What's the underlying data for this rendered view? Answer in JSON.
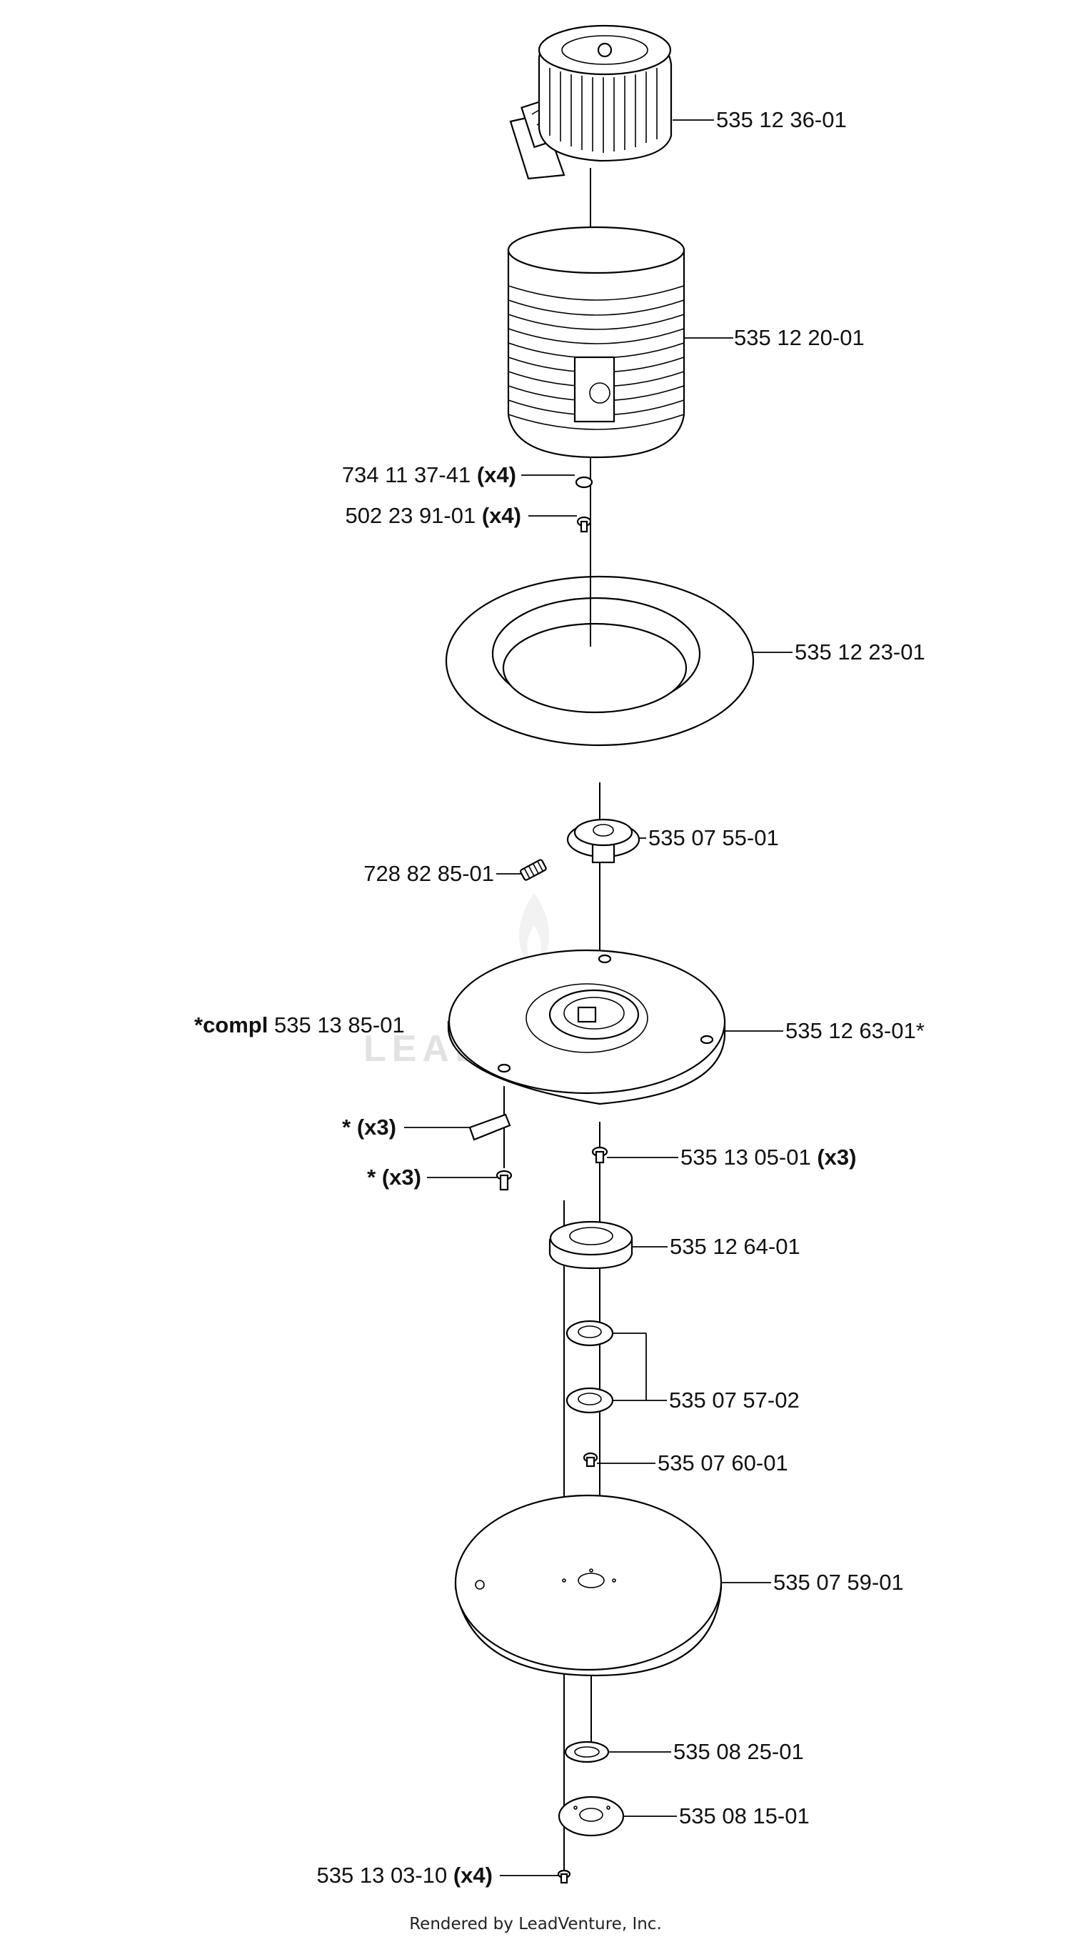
{
  "labels": {
    "p1": "535 12 36-01",
    "p2": "535 12 20-01",
    "p3_num": "734 11 37-41",
    "p3_qty": "(x4)",
    "p4_num": "502 23 91-01",
    "p4_qty": "(x4)",
    "p5": "535 12 23-01",
    "p6": "535 07 55-01",
    "p7": "728 82 85-01",
    "compl_prefix": "*compl",
    "compl_num": "535 13 85-01",
    "p8": "535 12 63-01*",
    "star1_mark": "*",
    "star1_qty": "(x3)",
    "star2_mark": "*",
    "star2_qty": "(x3)",
    "p9_num": "535 13 05-01",
    "p9_qty": "(x3)",
    "p10": "535 12 64-01",
    "p11": "535 07 57-02",
    "p12": "535 07 60-01",
    "p13": "535 07 59-01",
    "p14": "535 08 25-01",
    "p15": "535 08 15-01",
    "p16_num": "535 13 03-10",
    "p16_qty": "(x4)"
  },
  "watermark": "LEADVENTURE",
  "footer": "Rendered by LeadVenture, Inc.",
  "colors": {
    "line": "#000000",
    "watermark": "#d9d9d9",
    "background": "#ffffff"
  }
}
